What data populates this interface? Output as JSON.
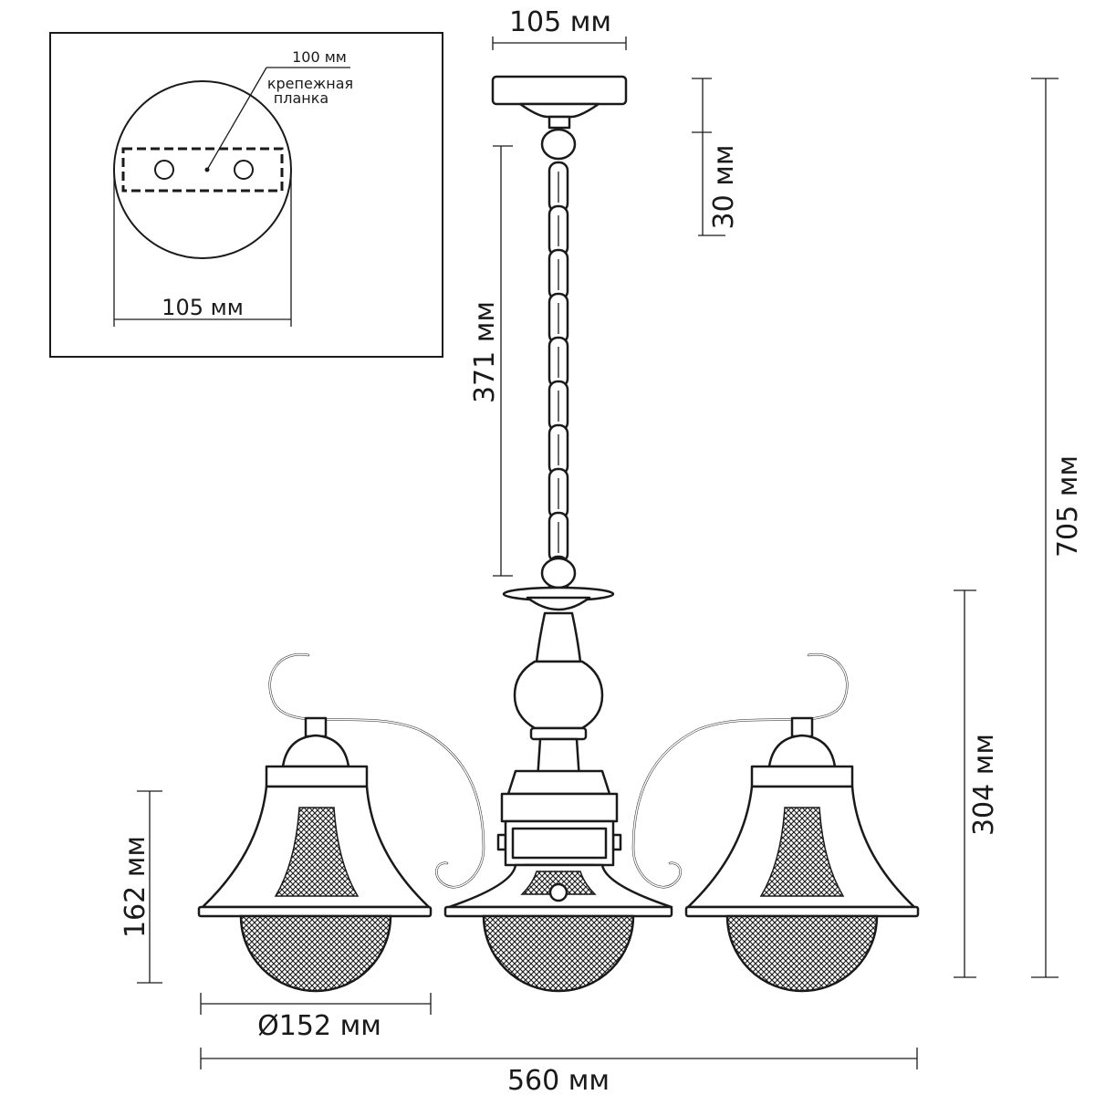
{
  "inset": {
    "bracket_width_label": "100 мм",
    "bracket_name_line1": "крепежная",
    "bracket_name_line2": "планка",
    "plate_diameter_label": "105 мм"
  },
  "dimensions": {
    "canopy_width": "105 мм",
    "canopy_height": "30 мм",
    "chain_length": "371 мм",
    "total_height": "705 мм",
    "body_height": "304 мм",
    "shade_height": "162 мм",
    "shade_diameter": "Ø152 мм",
    "total_width": "560 мм"
  },
  "colors": {
    "line": "#1a1a1a",
    "background": "#ffffff"
  }
}
